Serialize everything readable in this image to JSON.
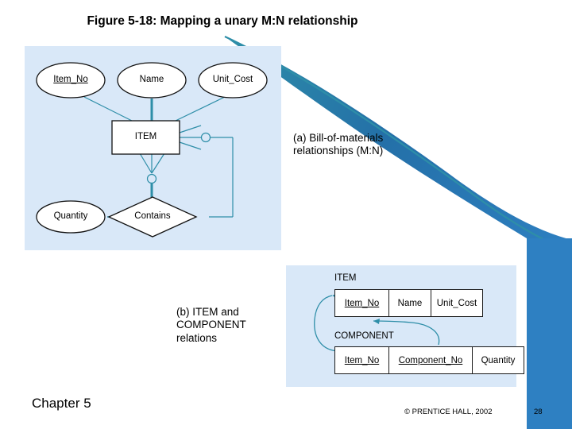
{
  "slide": {
    "title": "Figure 5-18: Mapping a unary M:N relationship",
    "background_color": "#ffffff",
    "panel_color": "#d9e8f8",
    "accent_color": "#2e80c2",
    "line_color": "#2e8ea8"
  },
  "captions": {
    "a_line1": "(a) Bill-of-materials",
    "a_line2": "relationships (M:N)",
    "b_line1": "(b) ITEM and",
    "b_line2": "COMPONENT",
    "b_line3": "relations"
  },
  "er_diagram": {
    "attributes": [
      {
        "label": "Item_No",
        "is_key": true
      },
      {
        "label": "Name",
        "is_key": false
      },
      {
        "label": "Unit_Cost",
        "is_key": false
      }
    ],
    "entity": "ITEM",
    "relationship": "Contains",
    "relationship_attribute": "Quantity"
  },
  "relations": {
    "item": {
      "name": "ITEM",
      "columns": [
        {
          "label": "Item_No",
          "is_key": true
        },
        {
          "label": "Name",
          "is_key": false
        },
        {
          "label": "Unit_Cost",
          "is_key": false
        }
      ]
    },
    "component": {
      "name": "COMPONENT",
      "columns": [
        {
          "label": "Item_No",
          "is_key": true
        },
        {
          "label": "Component_No",
          "is_key": true
        },
        {
          "label": "Quantity",
          "is_key": false
        }
      ]
    }
  },
  "footer": {
    "chapter": "Chapter 5",
    "copyright": "© PRENTICE HALL, 2002",
    "page_number": "28"
  }
}
